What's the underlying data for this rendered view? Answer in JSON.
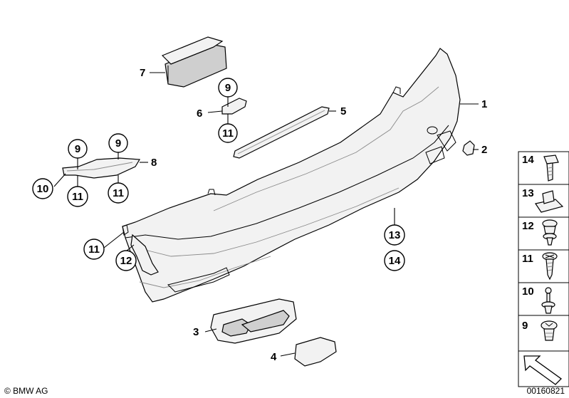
{
  "labels": {
    "p1": "1",
    "p2": "2",
    "p3": "3",
    "p4": "4",
    "p5": "5",
    "p6": "6",
    "p7": "7",
    "p8": "8"
  },
  "callouts": {
    "c9a": "9",
    "c9b": "9",
    "c9c": "9",
    "c10": "10",
    "c11a": "11",
    "c11b": "11",
    "c11c": "11",
    "c11d": "11",
    "c12": "12",
    "c13": "13",
    "c14": "14"
  },
  "legend": {
    "items": [
      "14",
      "13",
      "12",
      "11",
      "10",
      "9"
    ]
  },
  "footer": {
    "copyright": "© BMW AG",
    "document_number": "00160821"
  }
}
